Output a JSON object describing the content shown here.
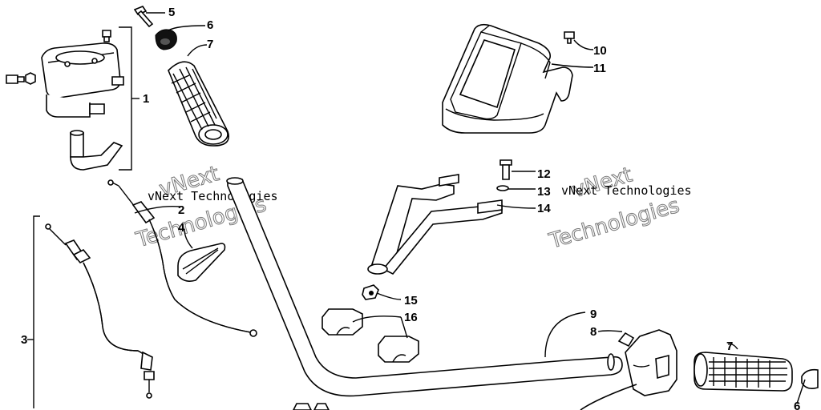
{
  "diagram": {
    "callouts": [
      "1",
      "2",
      "3",
      "4",
      "5",
      "6",
      "7",
      "8",
      "9",
      "10",
      "11",
      "12",
      "13",
      "14",
      "15",
      "16",
      "7",
      "6"
    ],
    "watermark": {
      "left_small": "vNext Technologies",
      "left_outline_1": "vNext",
      "left_outline_2": "Technologies",
      "right_small": "vNext Technologies",
      "right_outline_1": "vNext",
      "right_outline_2": "Technologies"
    }
  }
}
